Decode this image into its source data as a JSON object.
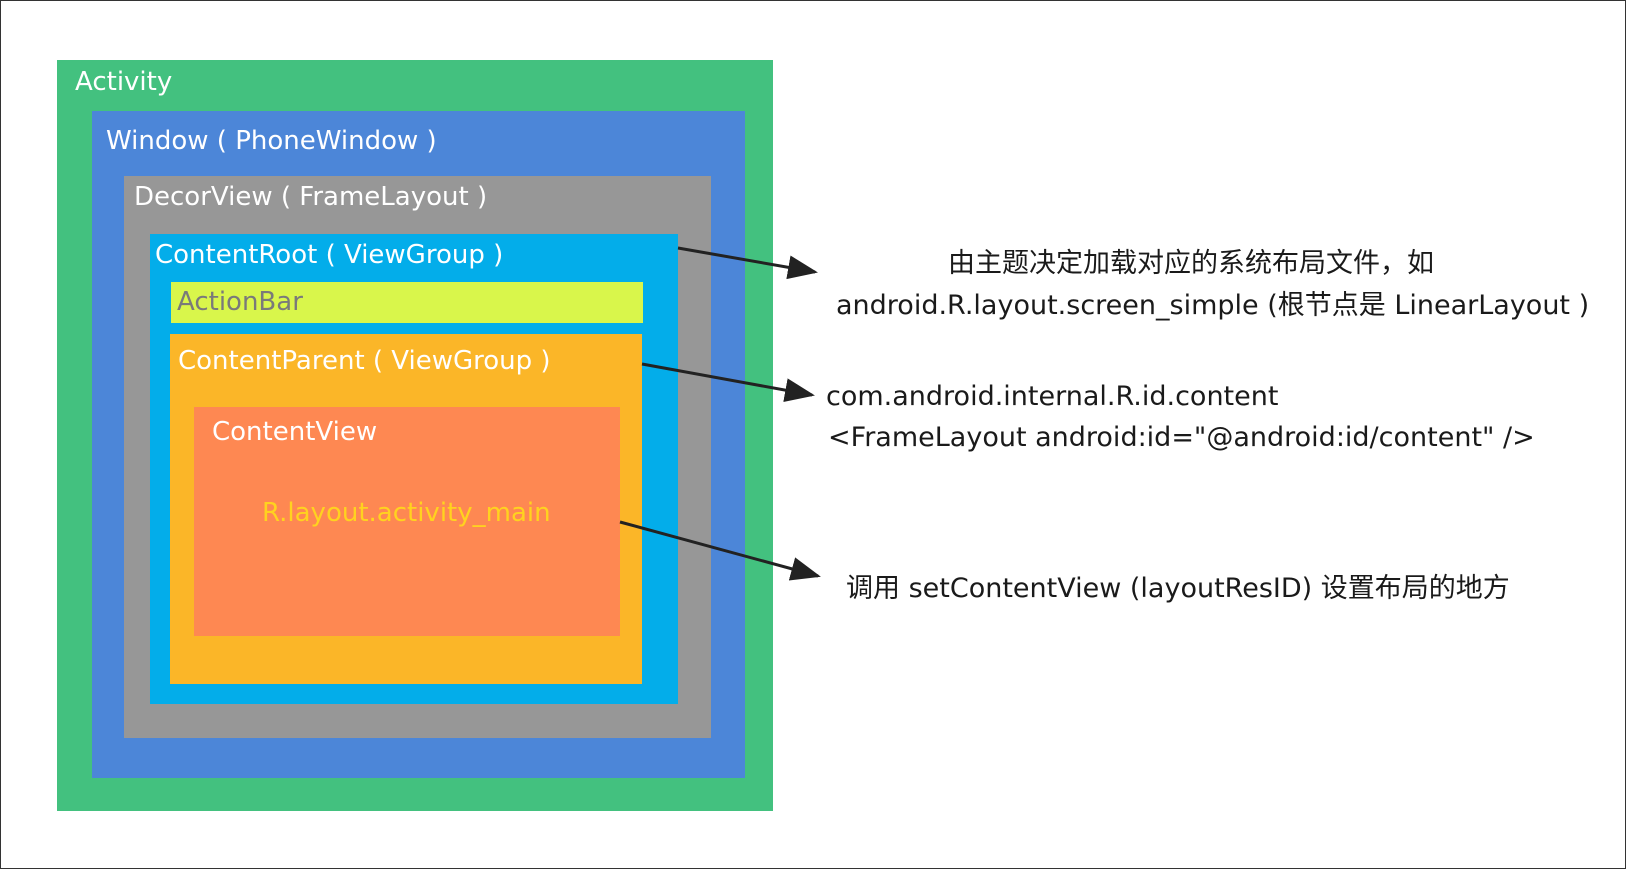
{
  "layers": {
    "activity": "Activity",
    "window": "Window ( PhoneWindow )",
    "decor_view": "DecorView ( FrameLayout )",
    "content_root": "ContentRoot ( ViewGroup )",
    "action_bar": "ActionBar",
    "content_parent": "ContentParent ( ViewGroup )",
    "content_view": "ContentView",
    "content_view_layout": "R.layout.activity_main"
  },
  "notes": {
    "content_root_line1": "由主题决定加载对应的系统布局文件，如",
    "content_root_line2": "android.R.layout.screen_simple (根节点是 LinearLayout )",
    "content_parent_line1": "com.android.internal.R.id.content",
    "content_parent_line2": "<FrameLayout android:id=\"@android:id/content\"  />",
    "content_view_line1": "调用 setContentView (layoutResID) 设置布局的地方"
  },
  "colors": {
    "activity": "#43c17f",
    "window": "#4c86d8",
    "decor_view": "#979797",
    "content_root": "#03adea",
    "action_bar": "#d9f64b",
    "content_parent": "#fbb628",
    "content_view": "#fe8852",
    "content_view_text": "#ffd21f",
    "action_bar_text": "#7a7a7a"
  }
}
